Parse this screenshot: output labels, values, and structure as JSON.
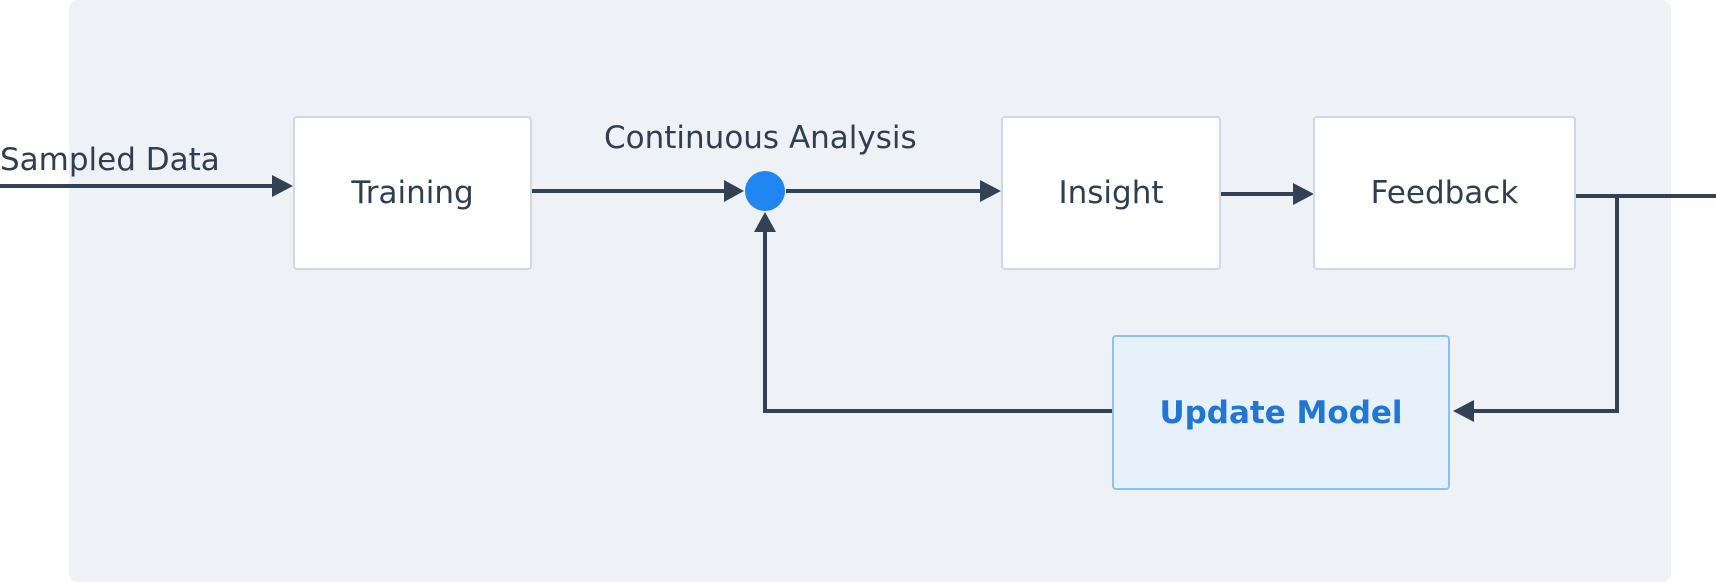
{
  "diagram": {
    "input_label": "Sampled Data",
    "junction_label": "Continuous Analysis",
    "nodes": {
      "training": "Training",
      "insight": "Insight",
      "feedback": "Feedback",
      "update_model": "Update Model"
    },
    "edges": [
      {
        "from": "Sampled Data",
        "to": "Training"
      },
      {
        "from": "Training",
        "to": "Continuous Analysis"
      },
      {
        "from": "Continuous Analysis",
        "to": "Insight"
      },
      {
        "from": "Insight",
        "to": "Feedback"
      },
      {
        "from": "Feedback",
        "to": "Update Model"
      },
      {
        "from": "Update Model",
        "to": "Continuous Analysis"
      }
    ]
  },
  "colors": {
    "panel_background": "#eef2f7",
    "node_border": "#cfd8e3",
    "text": "#2f3e50",
    "arrow": "#334155",
    "junction": "#1f86f2",
    "highlight_background": "#e6f1fc",
    "highlight_border": "#8cc0f2",
    "highlight_text": "#1f76d6"
  }
}
